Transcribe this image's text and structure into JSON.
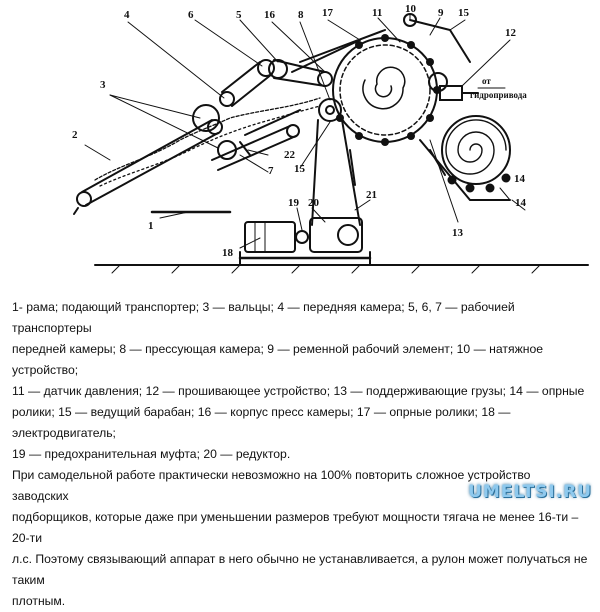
{
  "figure": {
    "labels": [
      "1",
      "2",
      "3",
      "4",
      "5",
      "6",
      "7",
      "8",
      "9",
      "10",
      "11",
      "12",
      "13",
      "14",
      "15",
      "16",
      "17",
      "18",
      "19",
      "20",
      "21",
      "22",
      "14",
      "15"
    ],
    "drive_label_line1": "от",
    "drive_label_line2": "гидропривода"
  },
  "caption": {
    "legend_lines": [
      "1- рама; подающий транспортер; 3 — вальцы; 4 — передняя камера; 5, 6, 7 — рабочией транспортеры",
      "передней камеры; 8 — прессующая камера; 9 — ременной рабочий элемент; 10 — натяжное устройство;",
      "11 — датчик давления; 12 — прошивающее устройство; 13 — поддерживающие грузы; 14 — опрные",
      "ролики; 15 — ведущий барабан; 16 — корпус пресс камеры; 17 — опрные ролики; 18 — электродвигатель;",
      "19 — предохранительная муфта; 20 — редуктор."
    ],
    "body_lines": [
      "При самодельной работе практически невозможно на 100% повторить сложное устройство заводских",
      "подборщиков, которые даже при уменьшении размеров требуют мощности тягача не менее 16-ти – 20-ти",
      "л.с. Поэтому связывающий аппарат в него обычно не устанавливается, а рулон может получаться не таким",
      "плотным."
    ]
  },
  "watermark": "UMELTSI.RU"
}
